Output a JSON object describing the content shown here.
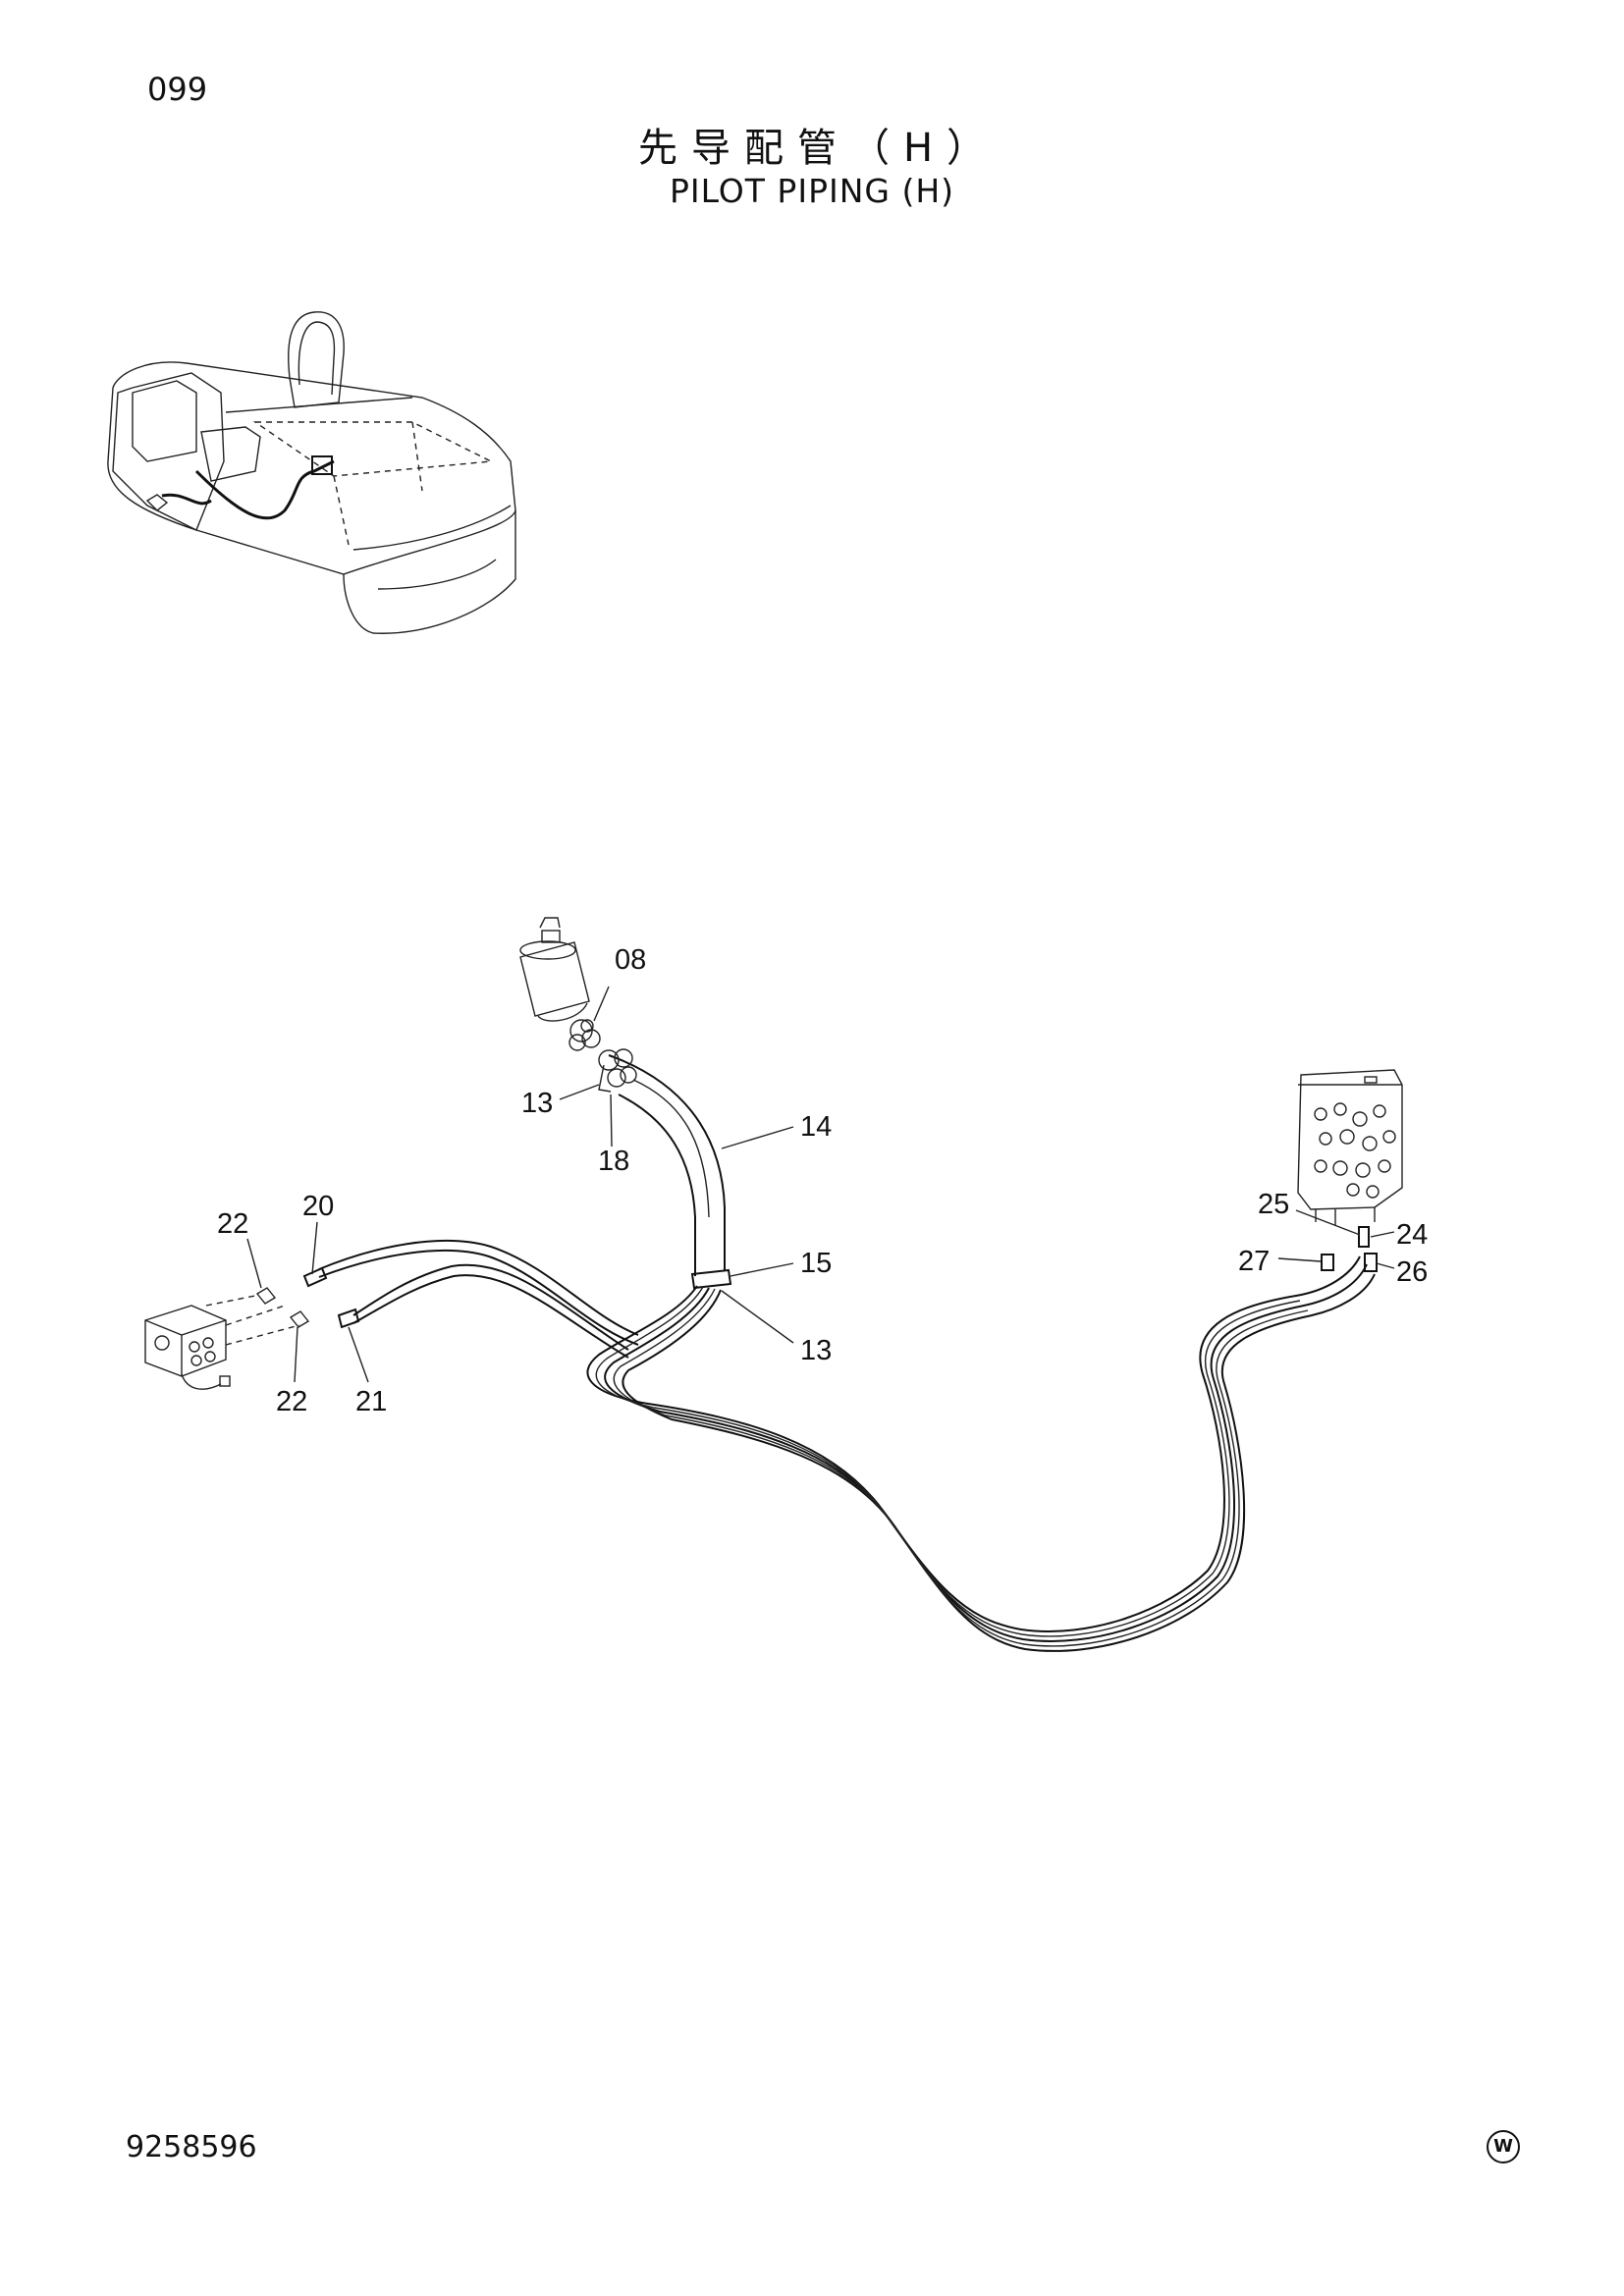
{
  "page": {
    "number": "099",
    "title_cn": "先导配管（H）",
    "title_en": "PILOT PIPING (H)",
    "document_number": "9258596",
    "corner_mark": "W"
  },
  "callouts": [
    {
      "id": "c08",
      "label": "08"
    },
    {
      "id": "c13a",
      "label": "13"
    },
    {
      "id": "c18",
      "label": "18"
    },
    {
      "id": "c14",
      "label": "14"
    },
    {
      "id": "c15",
      "label": "15"
    },
    {
      "id": "c13b",
      "label": "13"
    },
    {
      "id": "c22a",
      "label": "22"
    },
    {
      "id": "c20",
      "label": "20"
    },
    {
      "id": "c22b",
      "label": "22"
    },
    {
      "id": "c21",
      "label": "21"
    },
    {
      "id": "c25",
      "label": "25"
    },
    {
      "id": "c24",
      "label": "24"
    },
    {
      "id": "c27",
      "label": "27"
    },
    {
      "id": "c26",
      "label": "26"
    }
  ]
}
